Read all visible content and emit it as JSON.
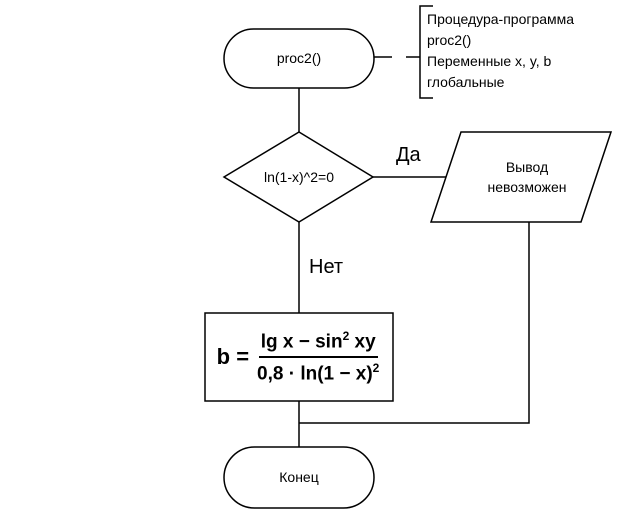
{
  "nodes": {
    "start": "proc2()",
    "decision": "ln(1-x)^2=0",
    "output_line1": "Вывод",
    "output_line2": "невозможен",
    "end": "Конец"
  },
  "edges": {
    "yes": "Да",
    "no": "Нет"
  },
  "annotation": {
    "line1": "Процедура-программа",
    "line2": "proc2()",
    "line3": "Переменные x, y, b",
    "line4": "глобальные"
  },
  "formula": {
    "lhs": "b =",
    "num_main": "lg x − sin",
    "num_power": "2",
    "num_tail": " xy",
    "den_main": "0,8 · ln(1 − x)",
    "den_power": "2"
  }
}
